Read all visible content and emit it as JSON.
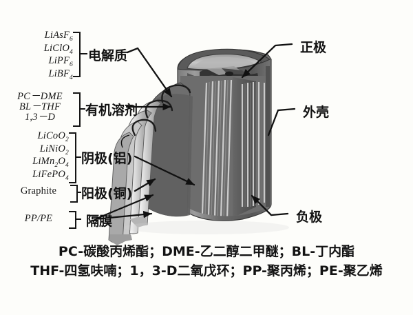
{
  "diagram": {
    "title_alt": "Lithium-ion battery cutaway with component callouts",
    "background": "#fdfdfa",
    "ink": "#141414"
  },
  "left_groups": [
    {
      "id": "electrolyte",
      "label": "电解质",
      "formulas": [
        {
          "base": "LiAsF",
          "sub": "6"
        },
        {
          "base": "LiClO",
          "sub": "4"
        },
        {
          "base": "LiPF",
          "sub": "6"
        },
        {
          "base": "LiBF",
          "sub": "4"
        }
      ]
    },
    {
      "id": "organic-solvent",
      "label": "有机溶剂",
      "formulas": [
        {
          "base": "PC－DME",
          "sub": ""
        },
        {
          "base": "BL－THF",
          "sub": ""
        },
        {
          "base": "1,3－D",
          "sub": ""
        }
      ]
    },
    {
      "id": "cathode-aluminum",
      "label": "阴极(铝)",
      "formulas": [
        {
          "base": "LiCoO",
          "sub": "2"
        },
        {
          "base": "LiNiO",
          "sub": "2"
        },
        {
          "base": "LiMn",
          "sub": "2",
          "tail": "O",
          "tail_sub": "4"
        },
        {
          "base": "LiFePO",
          "sub": "4"
        }
      ]
    },
    {
      "id": "anode-copper",
      "label": "阳极(铜)",
      "formulas": [
        {
          "base": "Graphite",
          "sub": ""
        }
      ]
    },
    {
      "id": "separator",
      "label": "隔膜",
      "formulas": [
        {
          "base": "PP/PE",
          "sub": ""
        }
      ]
    }
  ],
  "right_labels": [
    {
      "id": "positive-electrode",
      "label": "正极"
    },
    {
      "id": "case-shell",
      "label": "外壳"
    },
    {
      "id": "negative-electrode",
      "label": "负极"
    }
  ],
  "legend": {
    "line1": "PC-碳酸丙烯酯；DME-乙二醇二甲醚；BL-丁内酯",
    "line2": "THF-四氢呋喃；1，3-D二氧戊环；PP-聚丙烯；PE-聚乙烯"
  },
  "illustration": {
    "name": "cylindrical-lithium-ion-cell-cutaway",
    "colors": {
      "shell_dark": "#5d5d5d",
      "shell_mid": "#8a8a8a",
      "shell_light": "#bdbdbd",
      "highlight": "#e3e3e3",
      "deep_shadow": "#434343",
      "jellyroll": "#6f6f6f",
      "fins": "#9a9a9a",
      "cap_light": "#c9c9c9"
    }
  }
}
